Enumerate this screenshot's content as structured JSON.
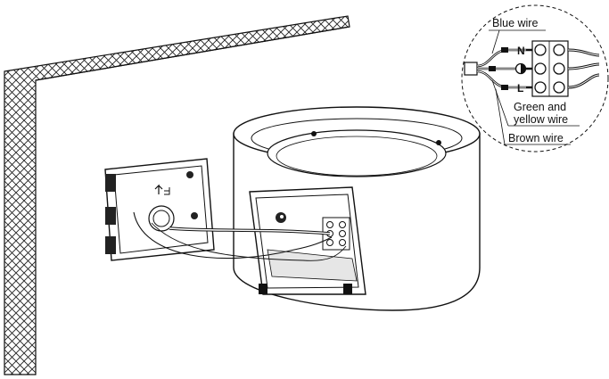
{
  "colors": {
    "ink": "#111111",
    "paper": "#ffffff",
    "shade": "#d0d0d0"
  },
  "icons": {
    "earth": "earth-ground-symbol"
  },
  "wiring": {
    "terminals": {
      "neutral": "N",
      "live": "L"
    },
    "labels": {
      "blue": "Blue wire",
      "green_yellow_1": "Green and",
      "green_yellow_2": "yellow wire",
      "brown": "Brown wire"
    }
  }
}
